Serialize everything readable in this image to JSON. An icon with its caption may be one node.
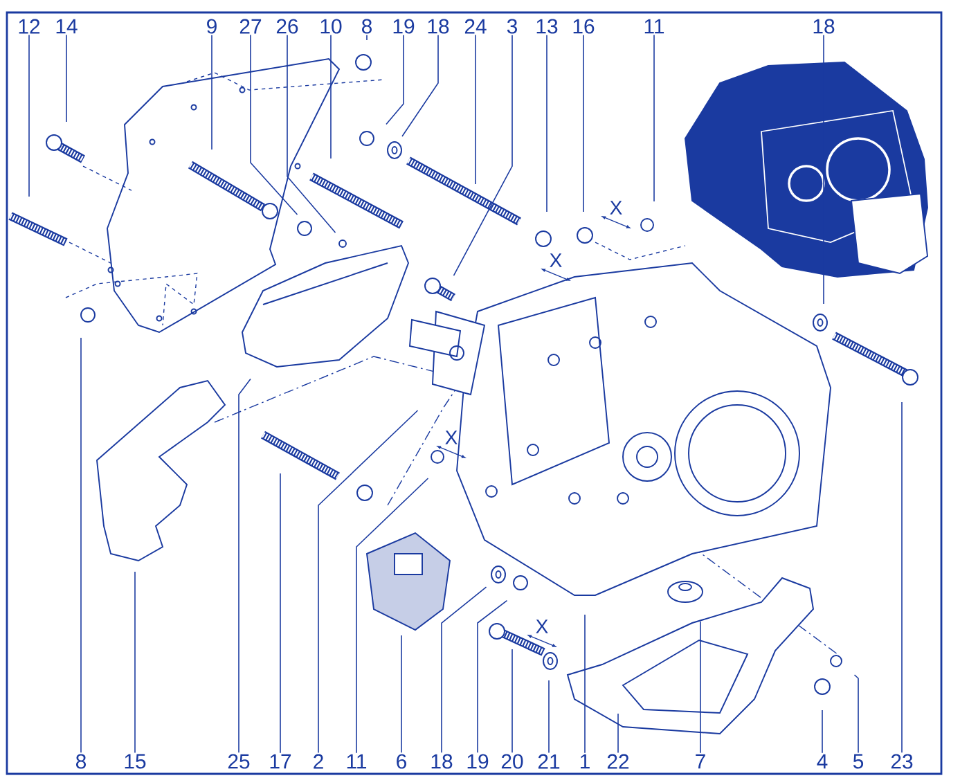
{
  "diagram": {
    "nodes": [
      {
        "text": [
          "12"
        ]
      },
      {
        "text": [
          "14"
        ]
      },
      {
        "text": [
          "9"
        ]
      },
      {
        "text": [
          "27"
        ]
      },
      {
        "text": [
          "26"
        ]
      },
      {
        "text": [
          "10"
        ]
      },
      {
        "text": [
          "8"
        ]
      },
      {
        "text": [
          "19"
        ]
      },
      {
        "text": [
          "18"
        ]
      },
      {
        "text": [
          "24"
        ]
      },
      {
        "text": [
          "3"
        ]
      },
      {
        "text": [
          "13"
        ]
      },
      {
        "text": [
          "16"
        ]
      },
      {
        "text": [
          "11"
        ]
      },
      {
        "text": [
          "18"
        ]
      },
      {
        "text": [
          "8"
        ]
      },
      {
        "text": [
          "15"
        ]
      },
      {
        "text": [
          "25"
        ]
      },
      {
        "text": [
          "17"
        ]
      },
      {
        "text": [
          "2"
        ]
      },
      {
        "text": [
          "11"
        ]
      },
      {
        "text": [
          "6"
        ]
      },
      {
        "text": [
          "18"
        ]
      },
      {
        "text": [
          "19"
        ]
      },
      {
        "text": [
          "20"
        ]
      },
      {
        "text": [
          "21"
        ]
      },
      {
        "text": [
          "1"
        ]
      },
      {
        "text": [
          "22"
        ]
      },
      {
        "text": [
          "7"
        ]
      },
      {
        "text": [
          "4"
        ]
      },
      {
        "text": [
          "5"
        ]
      },
      {
        "text": [
          "23"
        ]
      }
    ],
    "edges": [
      {
        "from": 0,
        "to": null,
        "arrow": "none"
      },
      {
        "from": 1,
        "to": null,
        "arrow": "none"
      },
      {
        "from": 2,
        "to": null,
        "arrow": "none"
      },
      {
        "from": 3,
        "to": null,
        "arrow": "none"
      },
      {
        "from": 4,
        "to": null,
        "arrow": "none"
      },
      {
        "from": 5,
        "to": null,
        "arrow": "none"
      },
      {
        "from": 6,
        "to": null,
        "arrow": "none"
      },
      {
        "from": 7,
        "to": null,
        "arrow": "none"
      },
      {
        "from": 8,
        "to": null,
        "arrow": "none"
      },
      {
        "from": 9,
        "to": null,
        "arrow": "none"
      },
      {
        "from": 10,
        "to": null,
        "arrow": "none"
      },
      {
        "from": 11,
        "to": null,
        "arrow": "none"
      },
      {
        "from": 12,
        "to": null,
        "arrow": "none"
      },
      {
        "from": 13,
        "to": null,
        "arrow": "none"
      },
      {
        "from": 14,
        "to": null,
        "arrow": "none"
      },
      {
        "from": 15,
        "to": null,
        "arrow": "none"
      },
      {
        "from": 16,
        "to": null,
        "arrow": "none"
      },
      {
        "from": 17,
        "to": null,
        "arrow": "none"
      },
      {
        "from": 18,
        "to": null,
        "arrow": "none"
      },
      {
        "from": 19,
        "to": null,
        "arrow": "none"
      },
      {
        "from": 20,
        "to": null,
        "arrow": "none"
      },
      {
        "from": 21,
        "to": null,
        "arrow": "none"
      },
      {
        "from": 22,
        "to": null,
        "arrow": "none"
      },
      {
        "from": 23,
        "to": null,
        "arrow": "none"
      },
      {
        "from": 24,
        "to": null,
        "arrow": "none"
      },
      {
        "from": 25,
        "to": null,
        "arrow": "none"
      },
      {
        "from": 26,
        "to": null,
        "arrow": "none"
      },
      {
        "from": 27,
        "to": null,
        "arrow": "none"
      },
      {
        "from": 28,
        "to": null,
        "arrow": "none"
      },
      {
        "from": 29,
        "to": null,
        "arrow": "none"
      },
      {
        "from": 30,
        "to": null,
        "arrow": "none"
      },
      {
        "from": 31,
        "to": null,
        "arrow": "none"
      }
    ],
    "labels": [
      "X",
      "X",
      "X",
      "X"
    ]
  }
}
